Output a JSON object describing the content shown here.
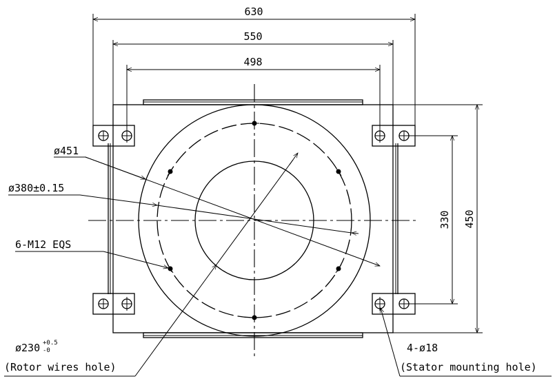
{
  "dimensions": {
    "width_630": "630",
    "width_550": "550",
    "width_498": "498",
    "height_330": "330",
    "height_450": "450"
  },
  "callouts": {
    "d451": "ø451",
    "d380": "ø380±0.15",
    "m12": "6-M12 EQS",
    "d230_main": "ø230",
    "d230_tol_upper": "+0.5",
    "d230_tol_lower": "-0",
    "rotor_note": "(Rotor wires hole)",
    "d18": "4-ø18",
    "stator_note": "(Stator mounting hole)"
  }
}
